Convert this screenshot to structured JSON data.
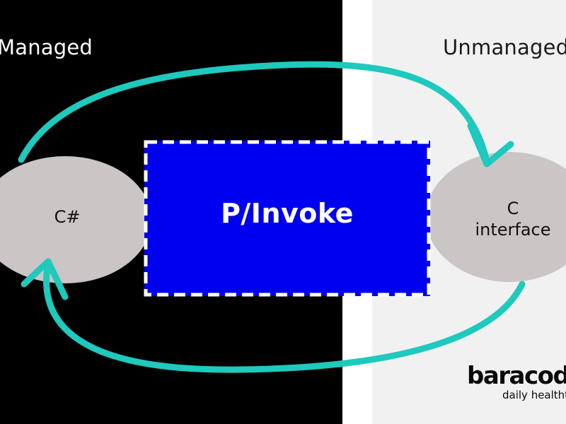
{
  "labels": {
    "managed": "Managed",
    "unmanaged": "Unmanaged"
  },
  "nodes": {
    "csharp": "C#",
    "c_interface_line1": "C",
    "c_interface_line2": "interface"
  },
  "center": {
    "label": "P/Invoke"
  },
  "logo": {
    "word": "baracoda",
    "tagline": "daily healthtech"
  },
  "colors": {
    "left_bg": "#000000",
    "right_bg": "#f1f1f1",
    "node_fill": "#cbc5c5",
    "center_fill": "#0000f0",
    "center_border": "#ffffff",
    "arrow": "#1ec9bd"
  }
}
